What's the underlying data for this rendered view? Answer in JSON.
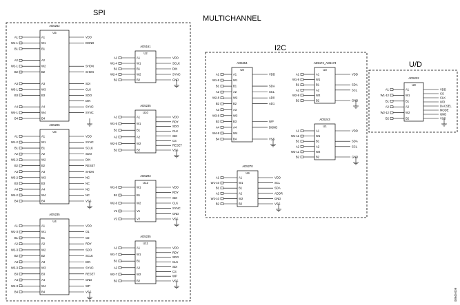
{
  "labels": {
    "multichannel": "MULTICHANNEL",
    "spi": "SPI",
    "i2c": "I2C",
    "ud": "U/D",
    "figure_id": "08945-009"
  },
  "blocks": {
    "spi": [
      {
        "part": "AD5262",
        "u": "U5",
        "left": [
          "A1",
          "W1-1",
          "B1",
          "",
          "A2",
          "W2-1",
          "B2",
          "",
          "A3",
          "W3-1",
          "B3",
          "",
          "A4",
          "W4-1",
          "B4"
        ],
        "right": [
          "VDD",
          "DGND",
          "",
          "",
          "",
          "SHDN",
          "SHDN",
          "",
          "SDI",
          "CLK",
          "SDO",
          "DIN",
          "SYNC",
          "SYNC",
          ""
        ]
      },
      {
        "part": "AD5206",
        "u": "U6",
        "left": [
          "A1",
          "W1-2",
          "B1",
          "A2",
          "W2-2",
          "B2",
          "A3",
          "W3-2",
          "B3",
          "A4",
          "W4-2",
          "B4"
        ],
        "right": [
          "VDD",
          "SYNC",
          "SCLK",
          "SDO",
          "DIN",
          "RESET",
          "SHDN",
          "NC",
          "NC",
          "NC",
          "NC",
          "VSS"
        ]
      },
      {
        "part": "AD5235",
        "u": "U4",
        "left": [
          "A1",
          "W1-3",
          "B1",
          "A2",
          "W2-3",
          "B2",
          "A3",
          "W3-3",
          "B3",
          "A4",
          "W4-3",
          "B4"
        ],
        "right": [
          "VDD",
          "O1",
          "O2",
          "RDY",
          "SDO",
          "SCLK",
          "DIN",
          "SYNC",
          "RESET",
          "GND",
          "WP",
          "VSS"
        ]
      },
      {
        "part": "AD5161",
        "u": "U2",
        "left": [
          "A1",
          "W1-4",
          "B1",
          "W2-4",
          "B2"
        ],
        "right": [
          "VDD",
          "SCLK",
          "DIN",
          "SYNC",
          "GND"
        ]
      },
      {
        "part": "AD5235",
        "u": "U10",
        "left": [
          "A1",
          "W1-5",
          "B1",
          "A2",
          "W2-5",
          "B2"
        ],
        "right": [
          "VDD",
          "RDY",
          "SDO",
          "CLK",
          "SDI",
          "CS",
          "RESET",
          "VSS"
        ]
      },
      {
        "part": "AD5293",
        "u": "U12",
        "left": [
          "W1-6",
          "B1",
          "W2-6",
          "V1",
          "V2"
        ],
        "right": [
          "VDD",
          "RDY",
          "SDI",
          "CLK",
          "SYNC",
          "GND",
          "VSS"
        ]
      },
      {
        "part": "AD5235",
        "u": "U11",
        "left": [
          "A1",
          "W1-7",
          "B1",
          "A2",
          "W2-7",
          "B2"
        ],
        "right": [
          "VDD",
          "RDY",
          "SDO",
          "CLK",
          "SDI",
          "CS",
          "WP",
          "VSS"
        ]
      }
    ],
    "i2c": [
      {
        "part": "AD5254",
        "u": "U8",
        "left": [
          "A1",
          "W1-8",
          "B1",
          "A2",
          "W2-8",
          "B2",
          "A3",
          "W3-8",
          "B3",
          "A4",
          "W4-8",
          "B4"
        ],
        "right": [
          "VDD",
          "",
          "SDA",
          "SCL",
          "AD0",
          "AD1",
          "",
          "",
          "WP",
          "DGND",
          "",
          "VSS"
        ]
      },
      {
        "part": "AD5172_AD5173",
        "u": "U3",
        "left": [
          "A1",
          "W1-9",
          "B1",
          "A2",
          "W2-9",
          "B2"
        ],
        "right": [
          "VDD",
          "",
          "SDA",
          "SCL",
          "",
          "GND"
        ]
      },
      {
        "part": "AD5243",
        "u": "U1",
        "left": [
          "A1",
          "W1-11",
          "B1",
          "A2",
          "W2-11",
          "B2"
        ],
        "right": [
          "VDD",
          "",
          "SDA",
          "SCL",
          "",
          "GND"
        ]
      },
      {
        "part": "AD5270",
        "u": "U9",
        "left": [
          "A1",
          "W1-10",
          "B1",
          "A2",
          "W2-10",
          "B2"
        ],
        "right": [
          "VDD",
          "SCL",
          "SDA",
          "ADDR",
          "GND",
          "VSS"
        ]
      }
    ],
    "ud": [
      {
        "part": "AD5222",
        "u": "U8",
        "left": [
          "A1",
          "W1-12",
          "B1",
          "A2",
          "W2-12",
          "B2"
        ],
        "right": [
          "VDD",
          "CS",
          "CLK",
          "U/D",
          "DACSEL",
          "MODE",
          "GND",
          "VSS"
        ]
      }
    ]
  }
}
